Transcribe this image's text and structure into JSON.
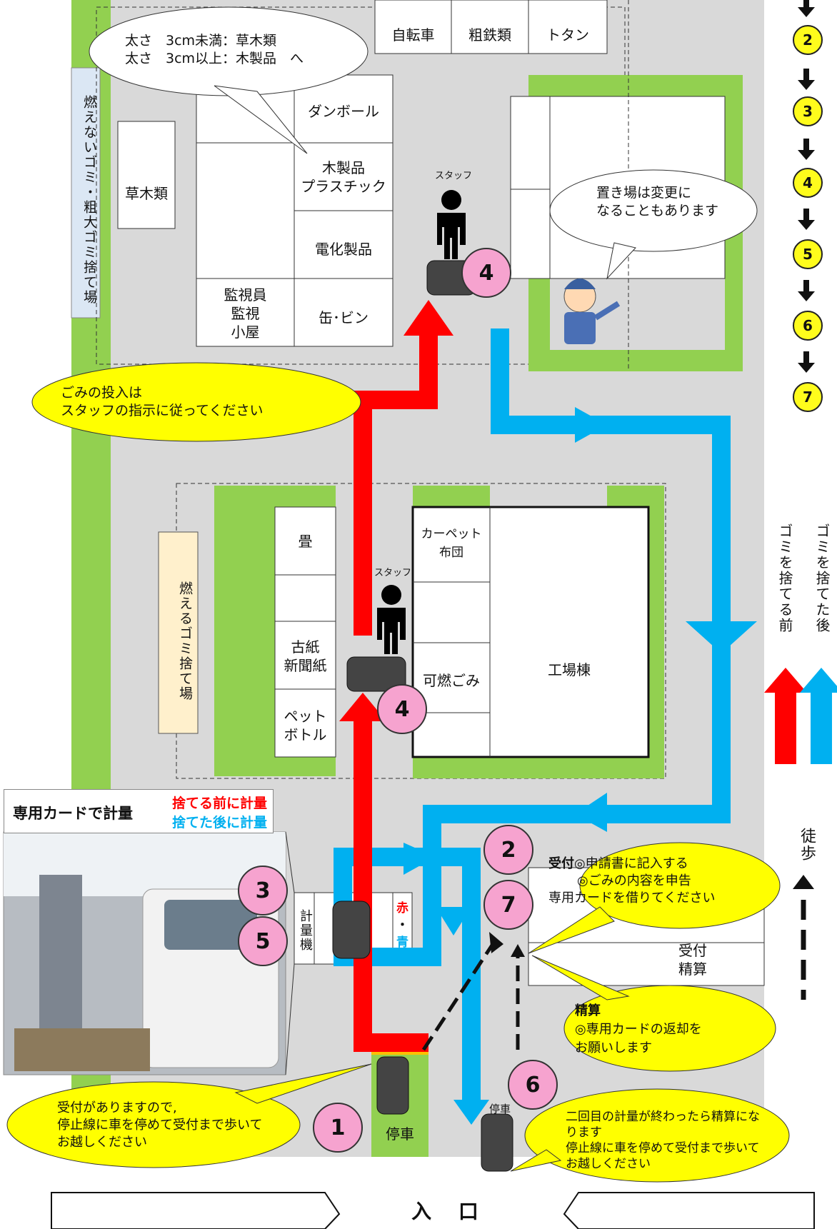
{
  "sidebar_left_label": "燃えないゴミ・粗大ゴミ捨て場",
  "top_areas": {
    "bicycle": "自転車",
    "scrap_iron": "粗鉄類",
    "tin": "トタン",
    "cardboard": "ダンボール",
    "wood_plastic": "木製品\nプラスチック",
    "electric": "電化製品",
    "can_bottle": "缶･ビン",
    "watch_house": "監視員\n監視\n小屋",
    "grass": "草木類"
  },
  "bubble_top": "太さ　3cm未満：草木類\n太さ　3cm以上：木製品　へ",
  "bubble_change": "置き場は変更に\nなることもあります",
  "bubble_staff_instruction": "ごみの投入は\nスタッフの指示に従ってください",
  "staff_label": "スタッフ",
  "burnable_label": "燃えるゴミ捨て場",
  "lower_areas": {
    "tatami": "畳",
    "carpet": "カーペット\n布団",
    "old_paper": "古紙\n新聞紙",
    "pet_bottle": "ペット\nボトル",
    "burnable": "可燃ごみ",
    "factory": "工場棟"
  },
  "legend": {
    "before": "ゴミを捨てる前",
    "after": "ゴミを捨てた後"
  },
  "walk_label": "徒歩",
  "scale_panel": {
    "title": "専用カードで計量",
    "before": "捨てる前に計量",
    "after": "捨てた後に計量"
  },
  "scale_label": "計量機",
  "signal_red": "赤",
  "signal_dot": "・",
  "signal_blue": "青",
  "reception_label": "受付\n精算",
  "reception_bubble": {
    "title": "受付",
    "line1": "◎申請書に記入する",
    "line2": "◎ごみの内容を申告",
    "line3": "専用カードを借りてください"
  },
  "settle_bubble": {
    "title": "精算",
    "line1": "◎専用カードの返却を",
    "line2": "お願いします"
  },
  "stop_label": "停車",
  "bubble_first": "受付がありますので,\n停止線に車を停めて受付まで歩いて\nお越しください",
  "bubble_second": "二回目の計量が終わったら精算にな\nります\n停止線に車を停めて受付まで歩いて\nお越しください",
  "entrance": "入 口",
  "steps": [
    "2",
    "3",
    "4",
    "5",
    "6",
    "7"
  ],
  "pink_numbers": {
    "one": "1",
    "two": "2",
    "three": "3",
    "four_top": "4",
    "four_mid": "4",
    "five": "5",
    "six": "6",
    "seven": "7"
  },
  "colors": {
    "road": "#d9d9d9",
    "green": "#92d050",
    "red_arrow": "#ff0000",
    "blue_arrow": "#00b0f0",
    "bubble_yellow": "#ffff00",
    "sidebar_blue": "#dbe7f4",
    "burnable_cream": "#fff0cc"
  }
}
